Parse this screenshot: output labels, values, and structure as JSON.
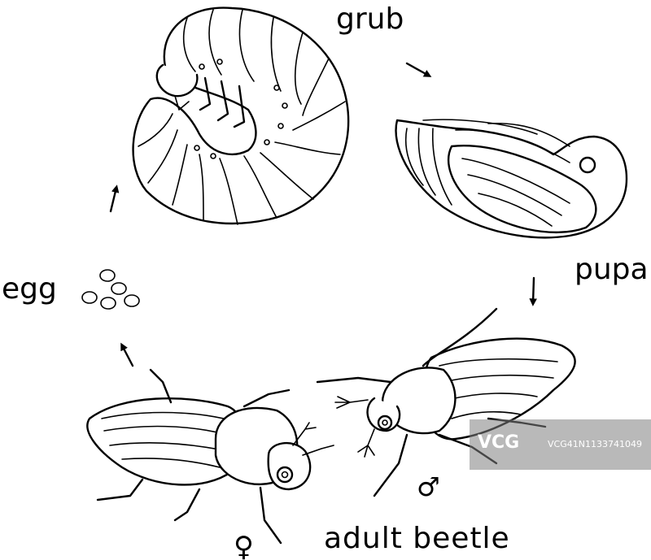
{
  "labels": {
    "grub": "grub",
    "pupa": "pupa",
    "egg": "egg",
    "adult": "adult beetle"
  },
  "symbols": {
    "female": "♀",
    "male": "♂"
  },
  "watermark": {
    "logo": "VCG",
    "id": "VCG41N1133741049"
  },
  "colors": {
    "line": "#000000",
    "background": "#ffffff",
    "watermark": "#808080"
  }
}
